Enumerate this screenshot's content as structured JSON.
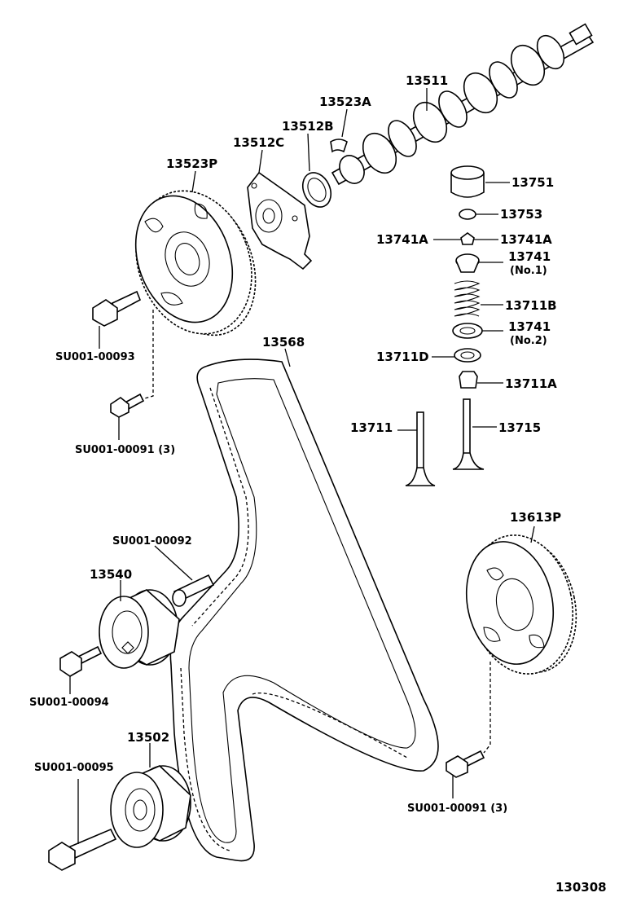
{
  "labels": {
    "p13511": "13511",
    "p13523A": "13523A",
    "p13512B": "13512B",
    "p13512C": "13512C",
    "p13523P": "13523P",
    "p13751": "13751",
    "p13753": "13753",
    "p13741A_left": "13741A",
    "p13741A_right": "13741A",
    "p13741_no1": "13741",
    "p13741_no1_note": "(No.1)",
    "p13711B": "13711B",
    "p13741_no2": "13741",
    "p13741_no2_note": "(No.2)",
    "p13711D": "13711D",
    "p13711A": "13711A",
    "p13711": "13711",
    "p13715": "13715",
    "p13568": "13568",
    "su93": "SU001-00093",
    "su91_left": "SU001-00091 (3)",
    "su92": "SU001-00092",
    "p13540": "13540",
    "su94": "SU001-00094",
    "p13502": "13502",
    "su95": "SU001-00095",
    "p13613P": "13613P",
    "su91_right": "SU001-00091 (3)",
    "diagram_code": "130308"
  }
}
